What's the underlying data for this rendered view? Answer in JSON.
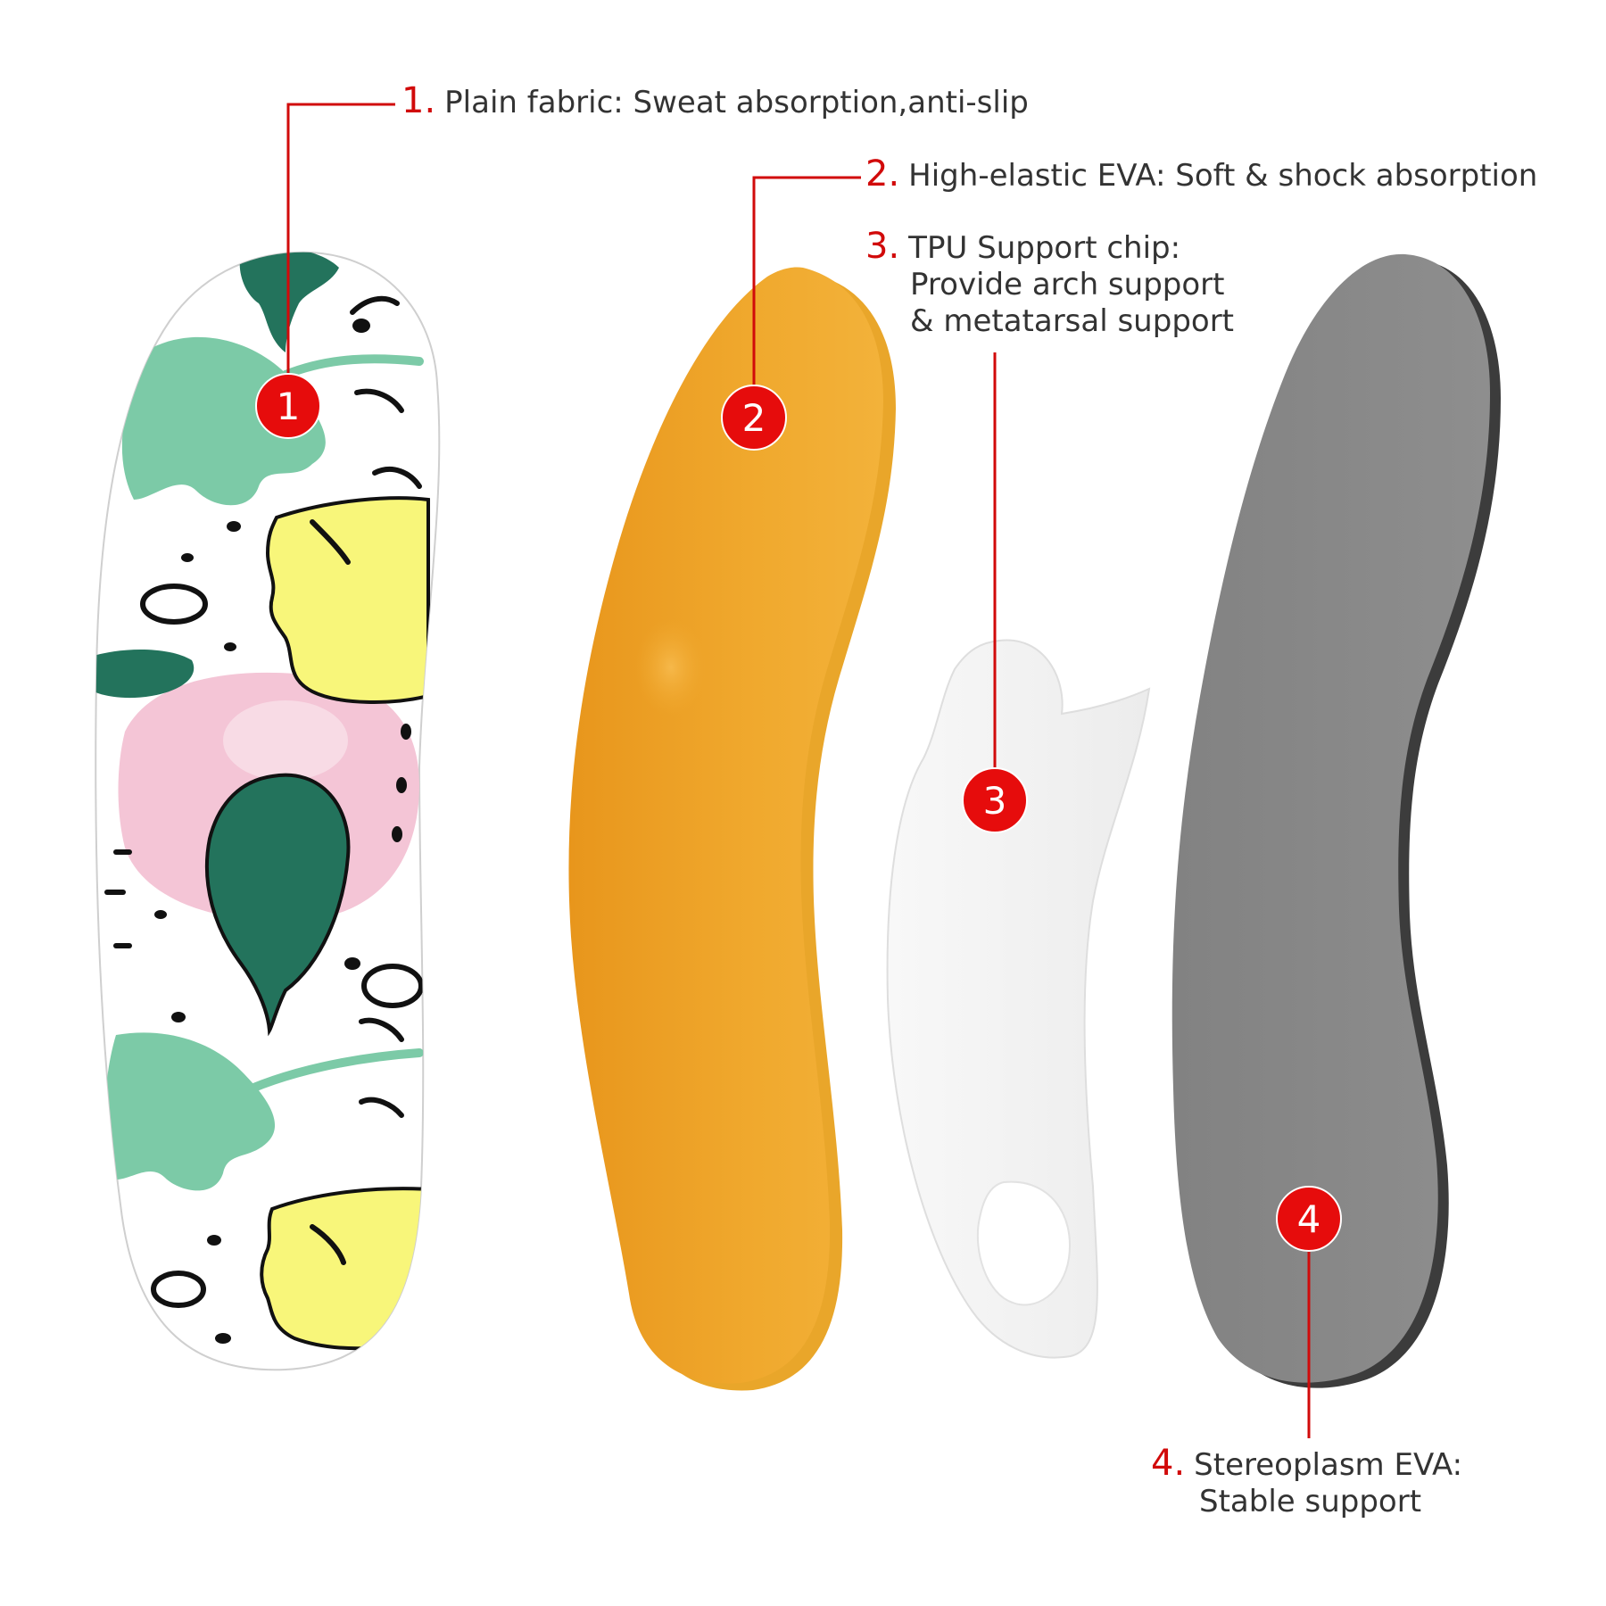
{
  "callouts": [
    {
      "number": "1.",
      "badge": "1",
      "lines": [
        "Plain fabric: Sweat absorption,anti-slip"
      ]
    },
    {
      "number": "2.",
      "badge": "2",
      "lines": [
        "High-elastic EVA: Soft & shock absorption"
      ]
    },
    {
      "number": "3.",
      "badge": "3",
      "lines": [
        "TPU Support chip:",
        "Provide arch support",
        "& metatarsal support"
      ]
    },
    {
      "number": "4.",
      "badge": "4",
      "lines": [
        "Stereoplasm EVA:",
        "Stable support"
      ]
    }
  ],
  "colors": {
    "accent_red": "#d10a0a",
    "text": "#333333",
    "fabric_green": "#7ccaa7",
    "fabric_dark_green": "#23735c",
    "fabric_yellow": "#f8f67a",
    "fabric_pink": "#f4c5d6",
    "eva_orange": "#efa52a",
    "tpu_white": "#f4f4f4",
    "base_gray": "#8b8b8b"
  },
  "images": [
    {
      "name": "patterned-fabric-insole"
    },
    {
      "name": "orange-eva-layer"
    },
    {
      "name": "tpu-support-chip"
    },
    {
      "name": "gray-base-layer"
    }
  ]
}
